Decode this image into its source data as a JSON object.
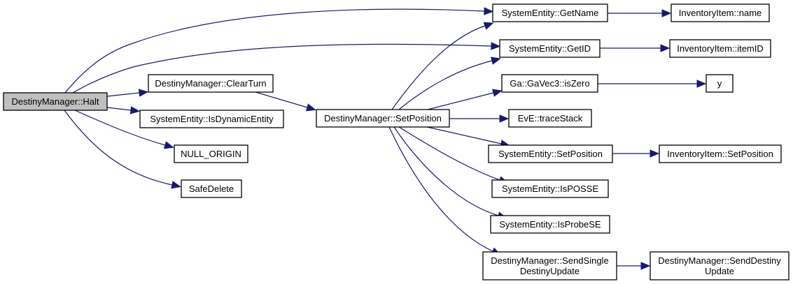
{
  "graph": {
    "type": "call-graph",
    "edge_color": "#191970",
    "root_fill": "#bfbfbf",
    "nodes": [
      {
        "id": "halt",
        "label": [
          "DestinyManager::Halt"
        ],
        "root": true
      },
      {
        "id": "clearturn",
        "label": [
          "DestinyManager::ClearTurn"
        ]
      },
      {
        "id": "isdynamic",
        "label": [
          "SystemEntity::IsDynamicEntity"
        ]
      },
      {
        "id": "nullorigin",
        "label": [
          "NULL_ORIGIN"
        ]
      },
      {
        "id": "safedelete",
        "label": [
          "SafeDelete"
        ]
      },
      {
        "id": "setposition",
        "label": [
          "DestinyManager::SetPosition"
        ]
      },
      {
        "id": "getname",
        "label": [
          "SystemEntity::GetName"
        ]
      },
      {
        "id": "getid",
        "label": [
          "SystemEntity::GetID"
        ]
      },
      {
        "id": "iszero",
        "label": [
          "Ga::GaVec3::isZero"
        ]
      },
      {
        "id": "tracestack",
        "label": [
          "EvE::traceStack"
        ]
      },
      {
        "id": "se_setposition",
        "label": [
          "SystemEntity::SetPosition"
        ]
      },
      {
        "id": "isposse",
        "label": [
          "SystemEntity::IsPOSSE"
        ]
      },
      {
        "id": "isprobese",
        "label": [
          "SystemEntity::IsProbeSE"
        ]
      },
      {
        "id": "sendsingle",
        "label": [
          "DestinyManager::SendSingle",
          "DestinyUpdate"
        ]
      },
      {
        "id": "name",
        "label": [
          "InventoryItem::name"
        ]
      },
      {
        "id": "itemid",
        "label": [
          "InventoryItem::itemID"
        ]
      },
      {
        "id": "y",
        "label": [
          "y"
        ]
      },
      {
        "id": "ii_setposition",
        "label": [
          "InventoryItem::SetPosition"
        ]
      },
      {
        "id": "senddestiny",
        "label": [
          "DestinyManager::SendDestiny",
          "Update"
        ]
      }
    ],
    "edges": [
      {
        "from": "halt",
        "to": "getname"
      },
      {
        "from": "halt",
        "to": "getid"
      },
      {
        "from": "halt",
        "to": "clearturn"
      },
      {
        "from": "halt",
        "to": "isdynamic"
      },
      {
        "from": "halt",
        "to": "nullorigin"
      },
      {
        "from": "halt",
        "to": "safedelete"
      },
      {
        "from": "clearturn",
        "to": "setposition"
      },
      {
        "from": "setposition",
        "to": "getname"
      },
      {
        "from": "setposition",
        "to": "getid"
      },
      {
        "from": "setposition",
        "to": "iszero"
      },
      {
        "from": "setposition",
        "to": "tracestack"
      },
      {
        "from": "setposition",
        "to": "se_setposition"
      },
      {
        "from": "setposition",
        "to": "isposse"
      },
      {
        "from": "setposition",
        "to": "isprobese"
      },
      {
        "from": "setposition",
        "to": "sendsingle"
      },
      {
        "from": "getname",
        "to": "name"
      },
      {
        "from": "getid",
        "to": "itemid"
      },
      {
        "from": "iszero",
        "to": "y"
      },
      {
        "from": "se_setposition",
        "to": "ii_setposition"
      },
      {
        "from": "sendsingle",
        "to": "senddestiny"
      }
    ]
  }
}
